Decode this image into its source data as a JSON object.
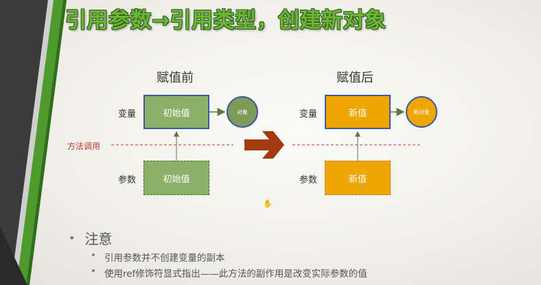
{
  "title": "引用参数→引用类型，创建新对象",
  "before": {
    "heading": "赋值前",
    "variable_label": "变量",
    "parameter_label": "参数",
    "variable_box": "初始值",
    "parameter_box": "初始值",
    "object_label": "对象"
  },
  "after": {
    "heading": "赋值后",
    "variable_label": "变量",
    "parameter_label": "参数",
    "variable_box": "新值",
    "parameter_box": "新值",
    "object_label": "新对象"
  },
  "method_call_label": "方法调用",
  "notes": {
    "heading": "注意",
    "items": [
      "引用参数并不创建变量的副本",
      "使用ref修饰符显式指出——此方法的副作用是改变实际参数的值"
    ]
  },
  "colors": {
    "title_green": "#6fb43a",
    "box_green": "#8ab06a",
    "box_orange": "#f0a500",
    "method_line_red": "#c0392b",
    "arrow_brown": "#a33a10"
  }
}
